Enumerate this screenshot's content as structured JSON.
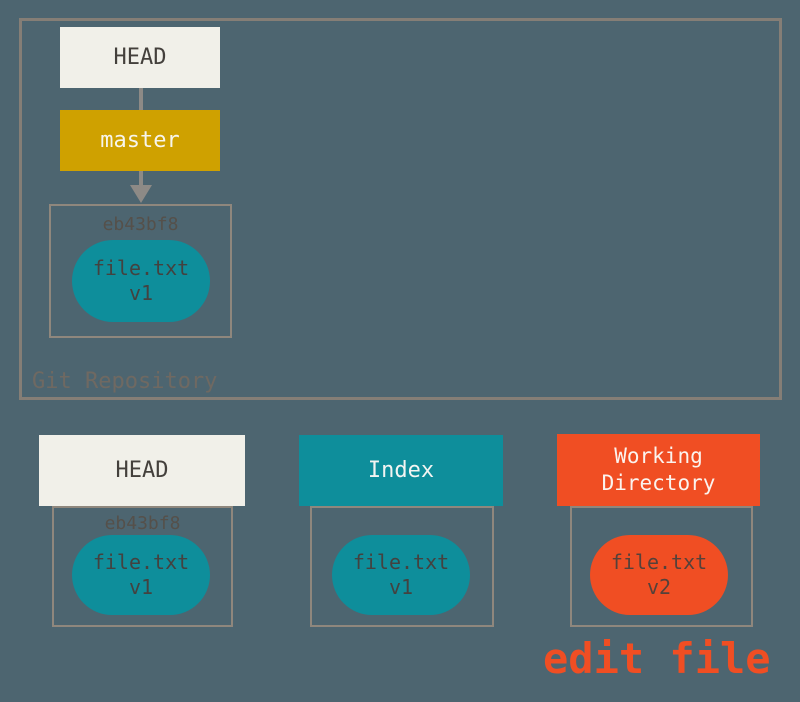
{
  "colors": {
    "background": "#4D6570",
    "outer_border": "#857E76",
    "box_border": "#8F877D",
    "cream": "#F1F0E9",
    "gold": "#CFA100",
    "teal": "#0E8E9B",
    "orange_red": "#F04E23",
    "dark_text": "#44403C",
    "pill_text": "#434240",
    "hash_text": "#55504A",
    "repo_label_text": "#6F6962",
    "arrow_gray": "#8D8A86"
  },
  "repository": {
    "label": "Git Repository",
    "head_label": "HEAD",
    "branch_label": "master",
    "commit": {
      "hash": "eb43bf8",
      "file_name": "file.txt",
      "file_version": "v1"
    }
  },
  "columns": {
    "head": {
      "label": "HEAD",
      "hash": "eb43bf8",
      "file_name": "file.txt",
      "file_version": "v1"
    },
    "index": {
      "label": "Index",
      "file_name": "file.txt",
      "file_version": "v1"
    },
    "working_directory": {
      "label": "Working Directory",
      "file_name": "file.txt",
      "file_version": "v2"
    }
  },
  "annotation": {
    "edit_file": "edit file"
  }
}
